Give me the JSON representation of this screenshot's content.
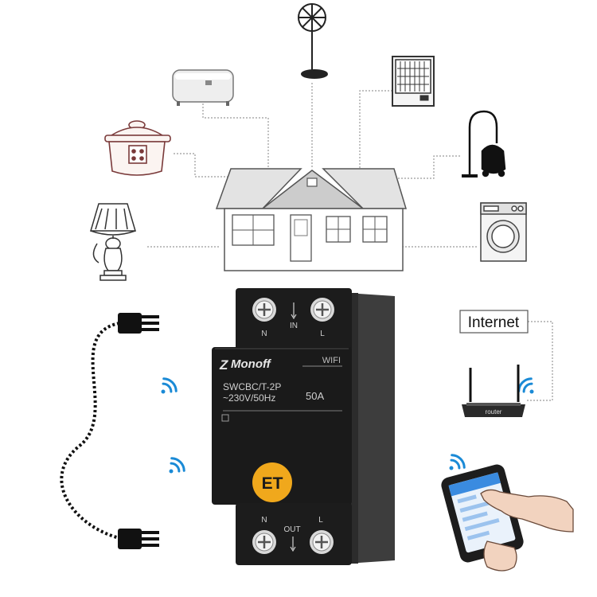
{
  "breaker": {
    "brand": "Monoff",
    "brand_prefix": "Z",
    "wifi_label": "WIFI",
    "model": "SWCBC/T-2P",
    "rating": "~230V/50Hz",
    "current": "50A",
    "top_terminals": {
      "n": "N",
      "in": "IN",
      "l": "L"
    },
    "bottom_terminals": {
      "n": "N",
      "out": "OUT",
      "l": "L"
    },
    "button_logo": "ET",
    "body_color": "#1c1c1c",
    "button_color": "#f0a81c"
  },
  "network": {
    "internet_label": "Internet",
    "router_label": "router"
  },
  "appliances": [
    {
      "name": "fan"
    },
    {
      "name": "water-heater"
    },
    {
      "name": "heater"
    },
    {
      "name": "rice-cooker"
    },
    {
      "name": "vacuum-cleaner"
    },
    {
      "name": "lamp"
    },
    {
      "name": "washing-machine"
    }
  ]
}
